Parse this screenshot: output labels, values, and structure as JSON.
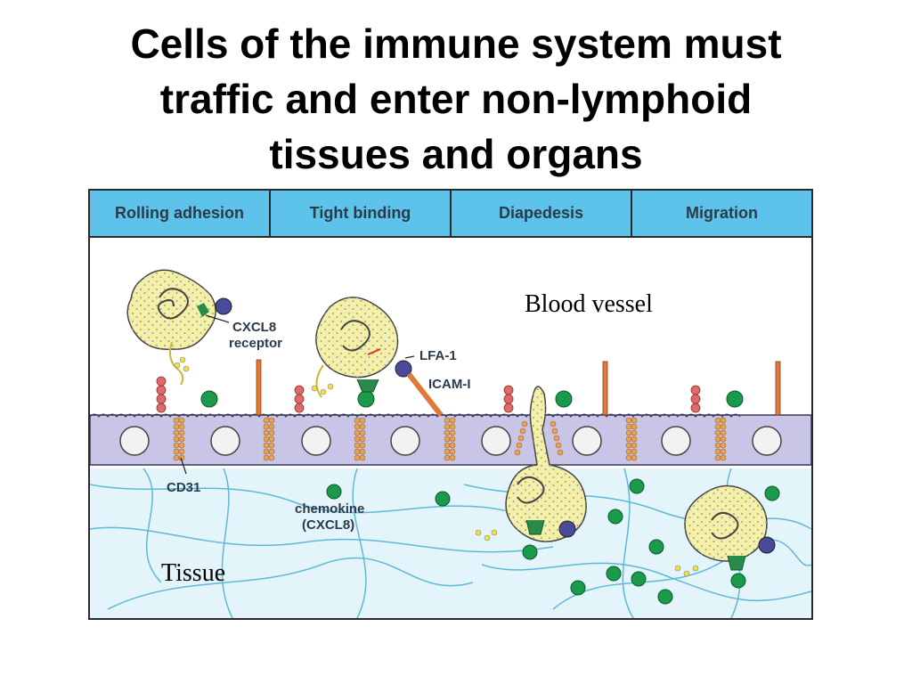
{
  "title": {
    "line1": "Cells of the immune system must",
    "line2": "traffic and enter non-lymphoid",
    "line3": "tissues and organs"
  },
  "stages": [
    {
      "label": "Rolling adhesion"
    },
    {
      "label": "Tight binding"
    },
    {
      "label": "Diapedesis"
    },
    {
      "label": "Migration"
    }
  ],
  "labels": {
    "blood_vessel": "Blood vessel",
    "tissue": "Tissue",
    "cxcl8_receptor_line1": "CXCL8",
    "cxcl8_receptor_line2": "receptor",
    "lfa1": "LFA-1",
    "icam1": "ICAM-I",
    "cd31": "CD31",
    "chemokine_line1": "chemokine",
    "chemokine_line2": "(CXCL8)"
  },
  "colors": {
    "header_bg": "#5ec3ea",
    "vessel_bg": "#ffffff",
    "tissue_bg": "#e3f4fb",
    "fiber": "#5fb8d8",
    "endothelium": "#c9c5e6",
    "nucleus": "#f2f2f2",
    "cd31": "#e6a257",
    "leukocyte": "#f5f0a8",
    "chemokine": "#1a9a4a",
    "receptor": "#2a8a4a",
    "lfa1": "#4a4a9a",
    "selectin": "#e06a6a",
    "icam": "#e07a3a"
  }
}
